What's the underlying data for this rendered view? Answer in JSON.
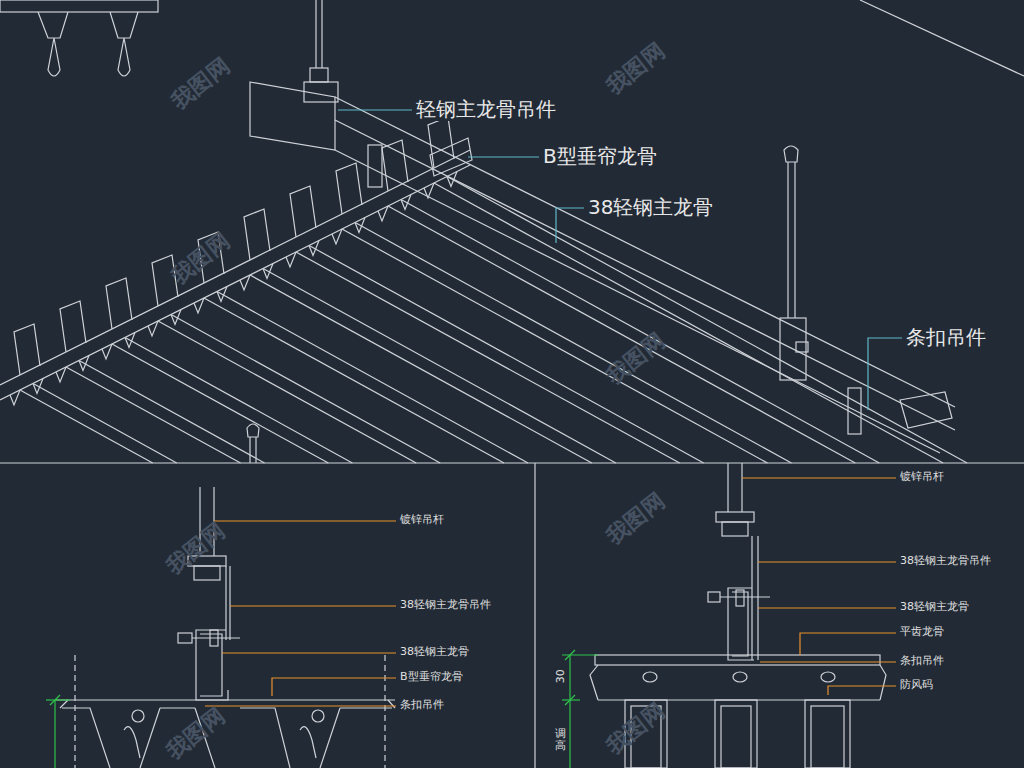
{
  "diagram": {
    "labels": [
      "轻钢主龙骨吊件",
      "B型垂帘龙骨",
      "38轻钢主龙骨",
      "条扣吊件",
      "镀锌吊杆",
      "38轻钢主龙骨吊件",
      "38轻钢主龙骨",
      "B型垂帘龙骨",
      "条扣吊件",
      "镀锌吊杆",
      "38轻钢主龙骨吊件",
      "38轻钢主龙骨",
      "平齿龙骨",
      "条扣吊件",
      "防风码",
      "30",
      "调高",
      "我图网",
      "我图网",
      "我图网",
      "我图网",
      "我图网",
      "我图网",
      "我图网",
      "我图网"
    ]
  }
}
